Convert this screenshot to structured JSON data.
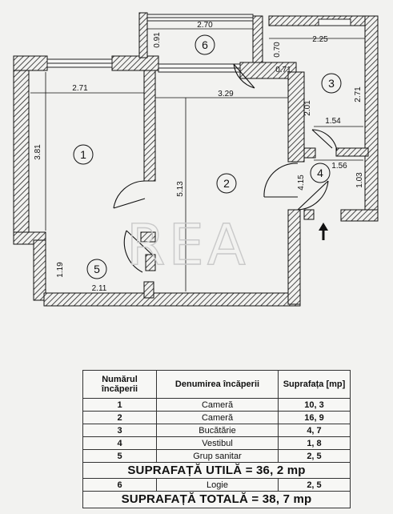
{
  "plan": {
    "watermark": "REA",
    "rooms": [
      {
        "id": "r1",
        "number": "1",
        "dimensions": [
          "2.71",
          "3.81"
        ]
      },
      {
        "id": "r2",
        "number": "2",
        "dimensions": [
          "3.29",
          "5.13"
        ]
      },
      {
        "id": "r3",
        "number": "3",
        "dimensions": [
          "2.25",
          "2.71",
          "0.70"
        ]
      },
      {
        "id": "r4",
        "number": "4",
        "dimensions": [
          "1.54",
          "1.56",
          "1.03",
          "4.15",
          "2.01"
        ]
      },
      {
        "id": "r5",
        "number": "5",
        "dimensions": [
          "2.11",
          "1.19"
        ]
      },
      {
        "id": "r6",
        "number": "6",
        "dimensions": [
          "2.70",
          "0.91",
          "0.71"
        ]
      }
    ]
  },
  "table": {
    "headers": [
      "Numărul încăperii",
      "Denumirea încăperii",
      "Suprafața [mp]"
    ],
    "rows": [
      {
        "number": "1",
        "name": "Cameră",
        "area": "10, 3"
      },
      {
        "number": "2",
        "name": "Cameră",
        "area": "16, 9"
      },
      {
        "number": "3",
        "name": "Bucătărie",
        "area": "4, 7"
      },
      {
        "number": "4",
        "name": "Vestibul",
        "area": "1, 8"
      },
      {
        "number": "5",
        "name": "Grup sanitar",
        "area": "2, 5"
      }
    ],
    "total_useful": "SUPRAFAȚĂ UTILĂ = 36, 2 mp",
    "row_logie": {
      "number": "6",
      "name": "Logie",
      "area": "2, 5"
    },
    "total_all": "SUPRAFAȚĂ TOTALĂ = 38, 7 mp"
  }
}
